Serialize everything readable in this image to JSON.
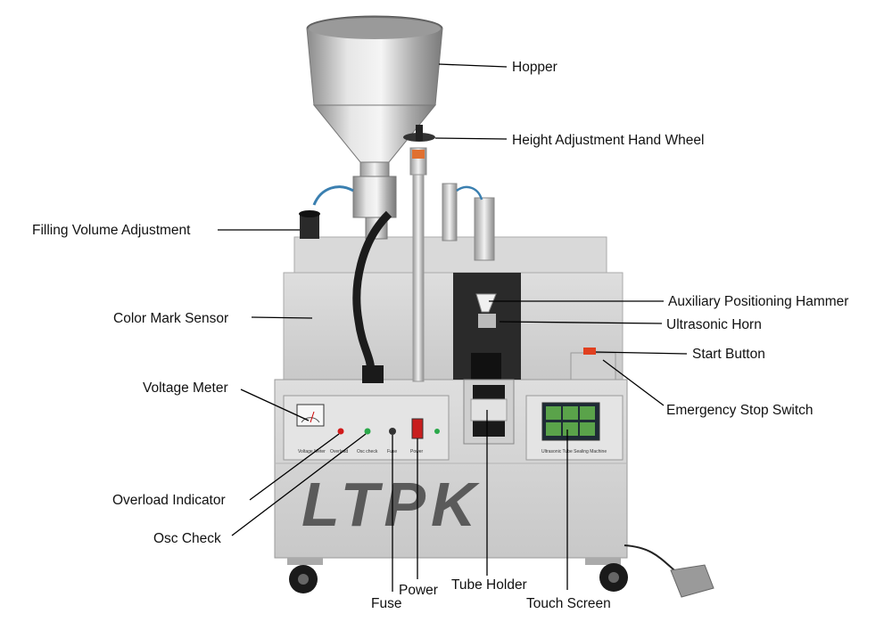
{
  "brand": "LTPK",
  "panel_texts": {
    "voltage_meter": "Voltage Meter",
    "overload": "Overload",
    "osc_check": "Osc check",
    "fuse": "Fuse",
    "power": "Power",
    "machine_name": "Ultrasonic Tube Sealing Machine"
  },
  "labels": {
    "hopper": "Hopper",
    "hand_wheel": "Height Adjustment Hand Wheel",
    "filling_volume": "Filling Volume Adjustment",
    "aux_hammer": "Auxiliary Positioning Hammer",
    "color_mark": "Color Mark Sensor",
    "ultrasonic_horn": "Ultrasonic Horn",
    "start_button": "Start Button",
    "voltage_meter": "Voltage Meter",
    "emergency_stop": "Emergency Stop Switch",
    "overload_indicator": "Overload Indicator",
    "osc_check": "Osc Check",
    "power": "Power",
    "tube_holder": "Tube Holder",
    "fuse": "Fuse",
    "touch_screen": "Touch Screen"
  },
  "colors": {
    "label_text": "#111111",
    "leader_line": "#000000",
    "machine_body": "#d4d4d4",
    "stainless": "#bdbdbd",
    "brand_text": "#5a5a5a",
    "touch_screen_tiles": "#5aa34a",
    "start_button": "#e04020",
    "indicator_red": "#d11a1a",
    "indicator_green": "#2aa84a"
  }
}
